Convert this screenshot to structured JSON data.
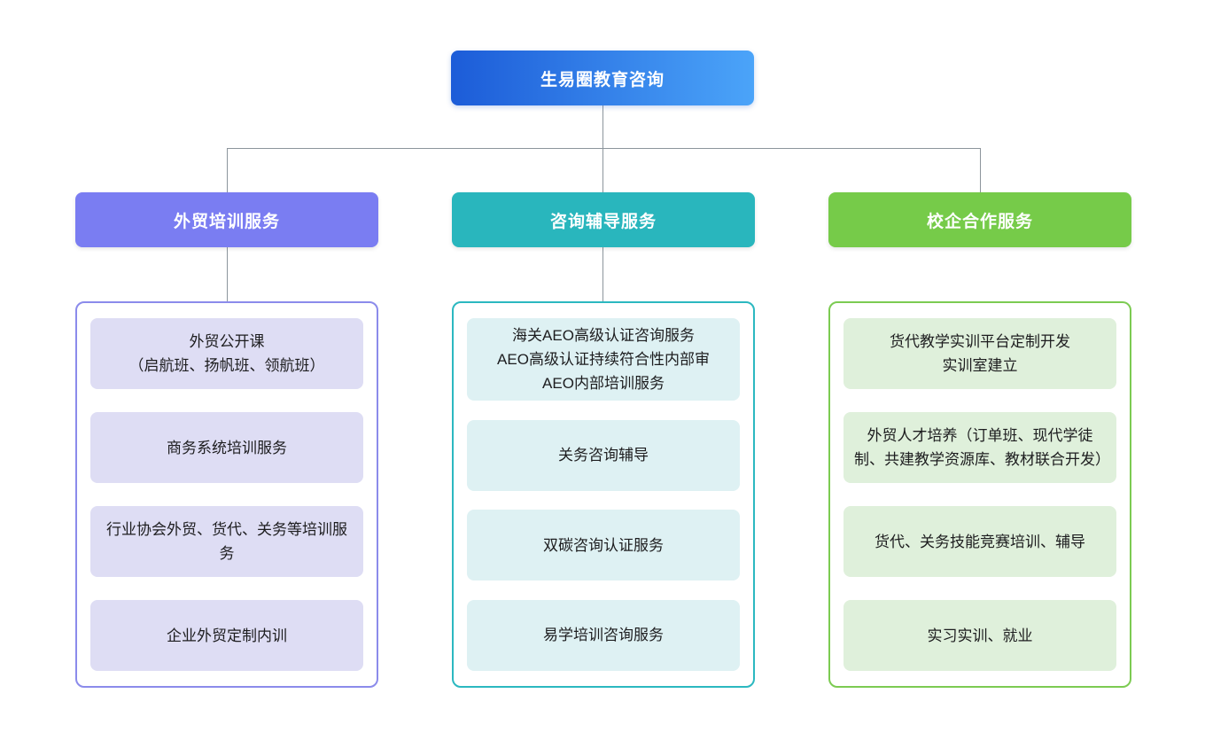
{
  "diagram": {
    "root": {
      "label": "生易圈教育咨询",
      "gradient_from": "#1C5CD8",
      "gradient_to": "#4BA4F9",
      "text_color": "#FFFFFF"
    },
    "connector_color": "#8C959C",
    "branches": [
      {
        "label": "外贸培训服务",
        "header_color": "#7A7DF2",
        "border_color": "#8B8BEB",
        "item_bg": "#DEDDF4",
        "items": [
          "外贸公开课\n（启航班、扬帆班、领航班）",
          "商务系统培训服务",
          "行业协会外贸、货代、关务等培训服务",
          "企业外贸定制内训"
        ]
      },
      {
        "label": "咨询辅导服务",
        "header_color": "#29B6BD",
        "border_color": "#2BB8C0",
        "item_bg": "#DEF1F3",
        "items": [
          "海关AEO高级认证咨询服务\nAEO高级认证持续符合性内部审\nAEO内部培训服务",
          "关务咨询辅导",
          "双碳咨询认证服务",
          "易学培训咨询服务"
        ]
      },
      {
        "label": "校企合作服务",
        "header_color": "#76CB49",
        "border_color": "#7CCB52",
        "item_bg": "#DFF0DB",
        "items": [
          "货代教学实训平台定制开发\n实训室建立",
          "外贸人才培养（订单班、现代学徒制、共建教学资源库、教材联合开发）",
          "货代、关务技能竞赛培训、辅导",
          "实习实训、就业"
        ]
      }
    ]
  }
}
